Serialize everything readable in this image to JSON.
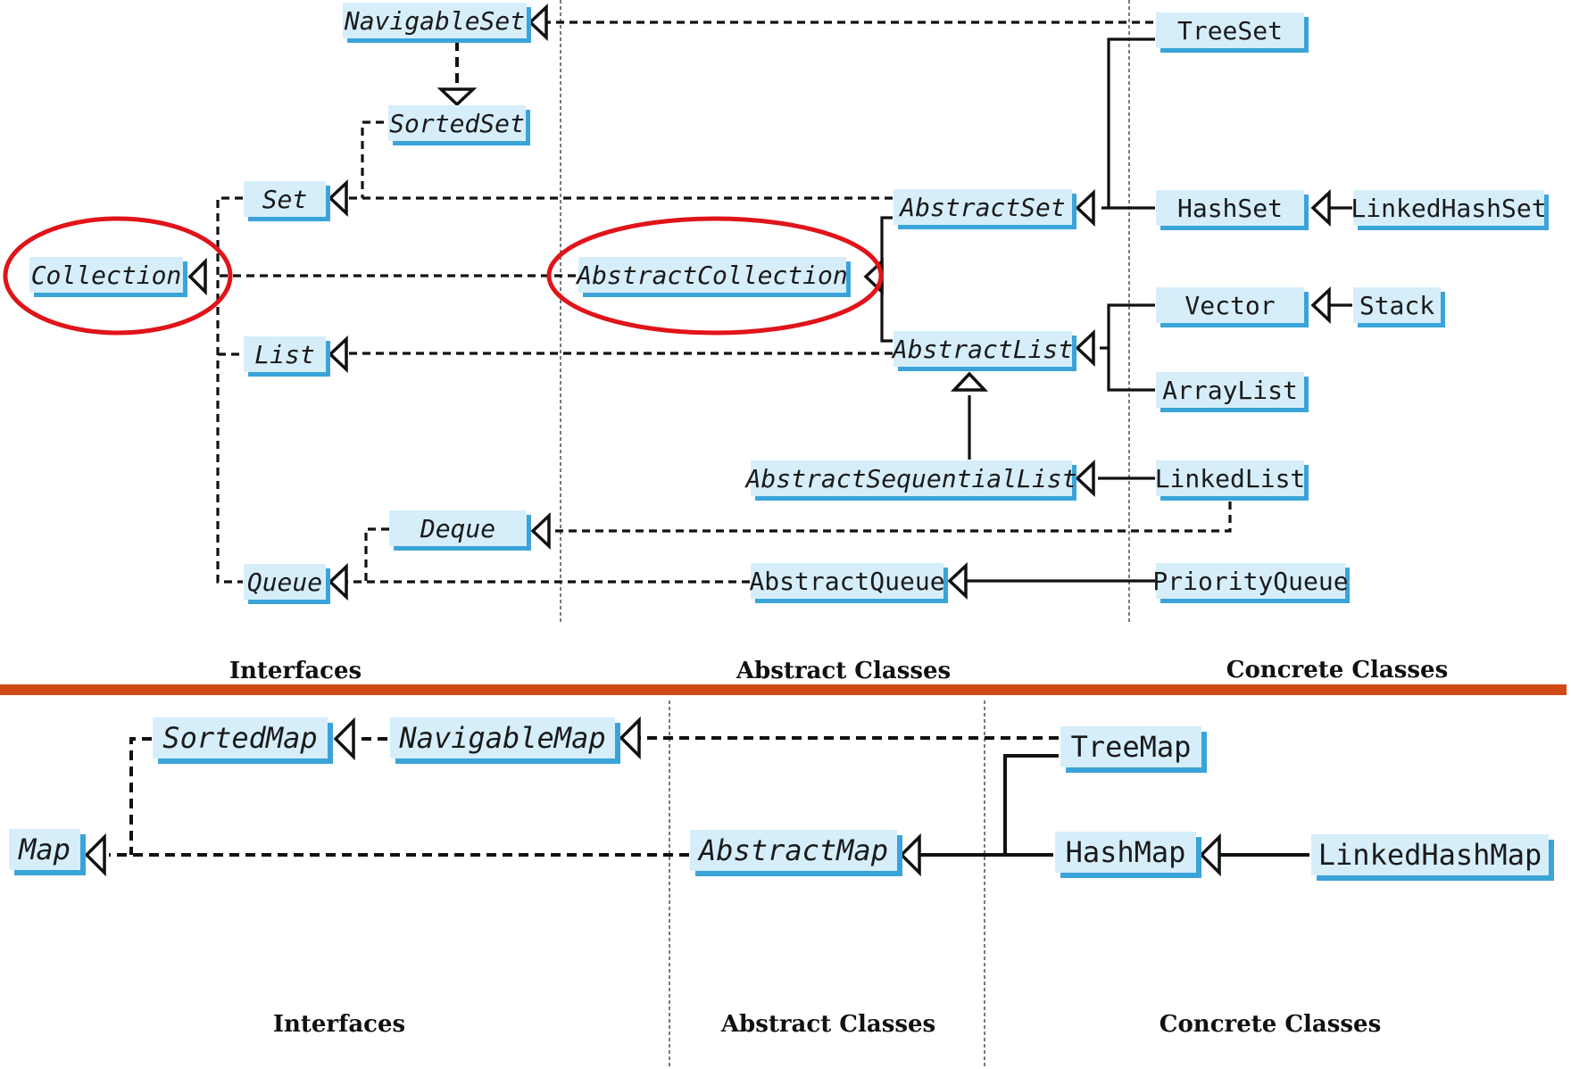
{
  "collection": {
    "interfaces": [
      "NavigableSet",
      "SortedSet",
      "Set",
      "Collection",
      "List",
      "Deque",
      "Queue"
    ],
    "abstract_classes": [
      "AbstractCollection",
      "AbstractSet",
      "AbstractList",
      "AbstractSequentialList",
      "AbstractQueue"
    ],
    "concrete_classes": [
      "TreeSet",
      "HashSet",
      "LinkedHashSet",
      "Vector",
      "Stack",
      "ArrayList",
      "LinkedList",
      "PriorityQueue"
    ],
    "column_labels": {
      "interfaces": "Interfaces",
      "abstract": "Abstract Classes",
      "concrete": "Concrete Classes"
    }
  },
  "map": {
    "interfaces": [
      "SortedMap",
      "NavigableMap",
      "Map"
    ],
    "abstract_classes": [
      "AbstractMap"
    ],
    "concrete_classes": [
      "TreeMap",
      "HashMap",
      "LinkedHashMap"
    ],
    "column_labels": {
      "interfaces": "Interfaces",
      "abstract": "Abstract Classes",
      "concrete": "Concrete Classes"
    }
  },
  "colors": {
    "box_fill": "#d6eefa",
    "box_shadow": "#3aa4d9",
    "separator": "#d04a17",
    "highlight": "#e0141a"
  }
}
